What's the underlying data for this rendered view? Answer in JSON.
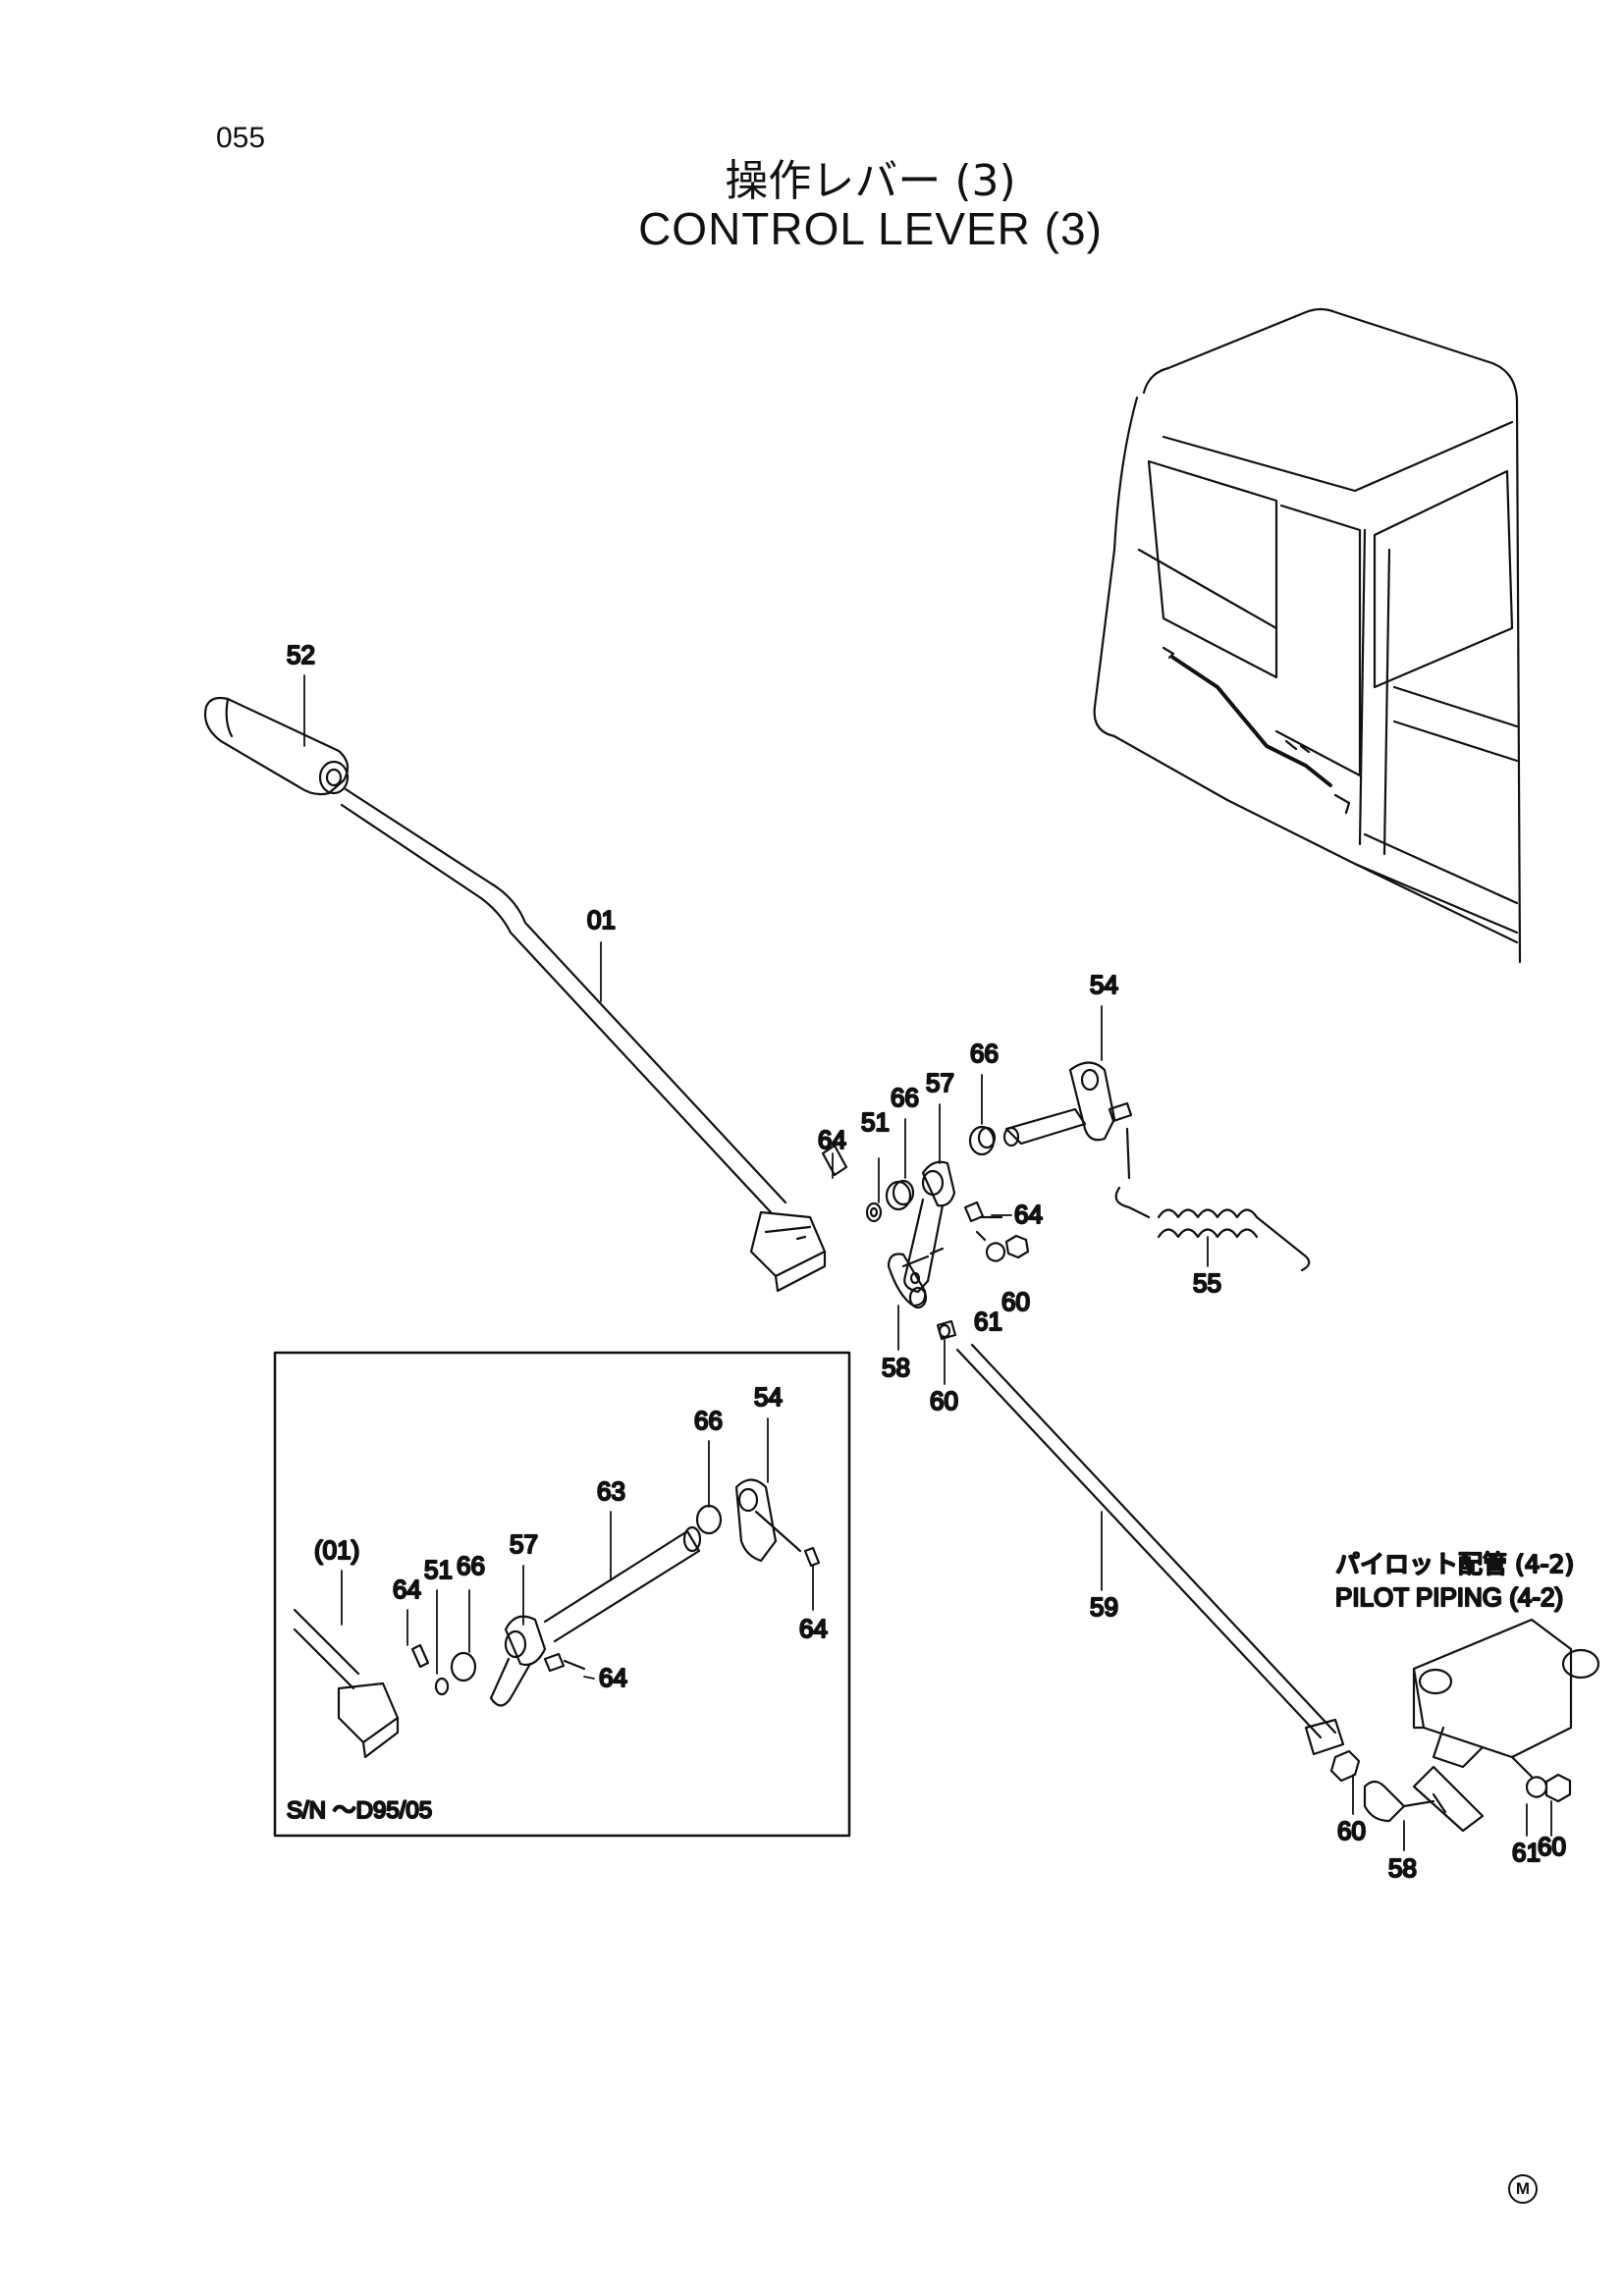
{
  "header": {
    "page_number": "055",
    "title_jp": "操作レバー (3)",
    "title_en": "CONTROL LEVER (3)"
  },
  "callouts": {
    "c52": "52",
    "c01": "01",
    "c54": "54",
    "c66a": "66",
    "c57": "57",
    "c66b": "66",
    "c64a": "64",
    "c51": "51",
    "c64b": "64",
    "c61a": "61",
    "c60a": "60",
    "c55": "55",
    "c58a": "58",
    "c60b": "60",
    "c59": "59",
    "c60c": "60",
    "c58b": "58",
    "c61b": "61",
    "c60d": "60"
  },
  "inset": {
    "serial_note": "S/N ～D95/05",
    "c54": "54",
    "c66a": "66",
    "c63": "63",
    "c57": "57",
    "c01": "(01)",
    "c51": "51",
    "c66b": "66",
    "c64a": "64",
    "c64b": "64",
    "c64c": "64"
  },
  "reference": {
    "jp": "パイロット配管 (4-2)",
    "en": "PILOT PIPING (4-2)"
  },
  "footer": {
    "mark": "M"
  }
}
